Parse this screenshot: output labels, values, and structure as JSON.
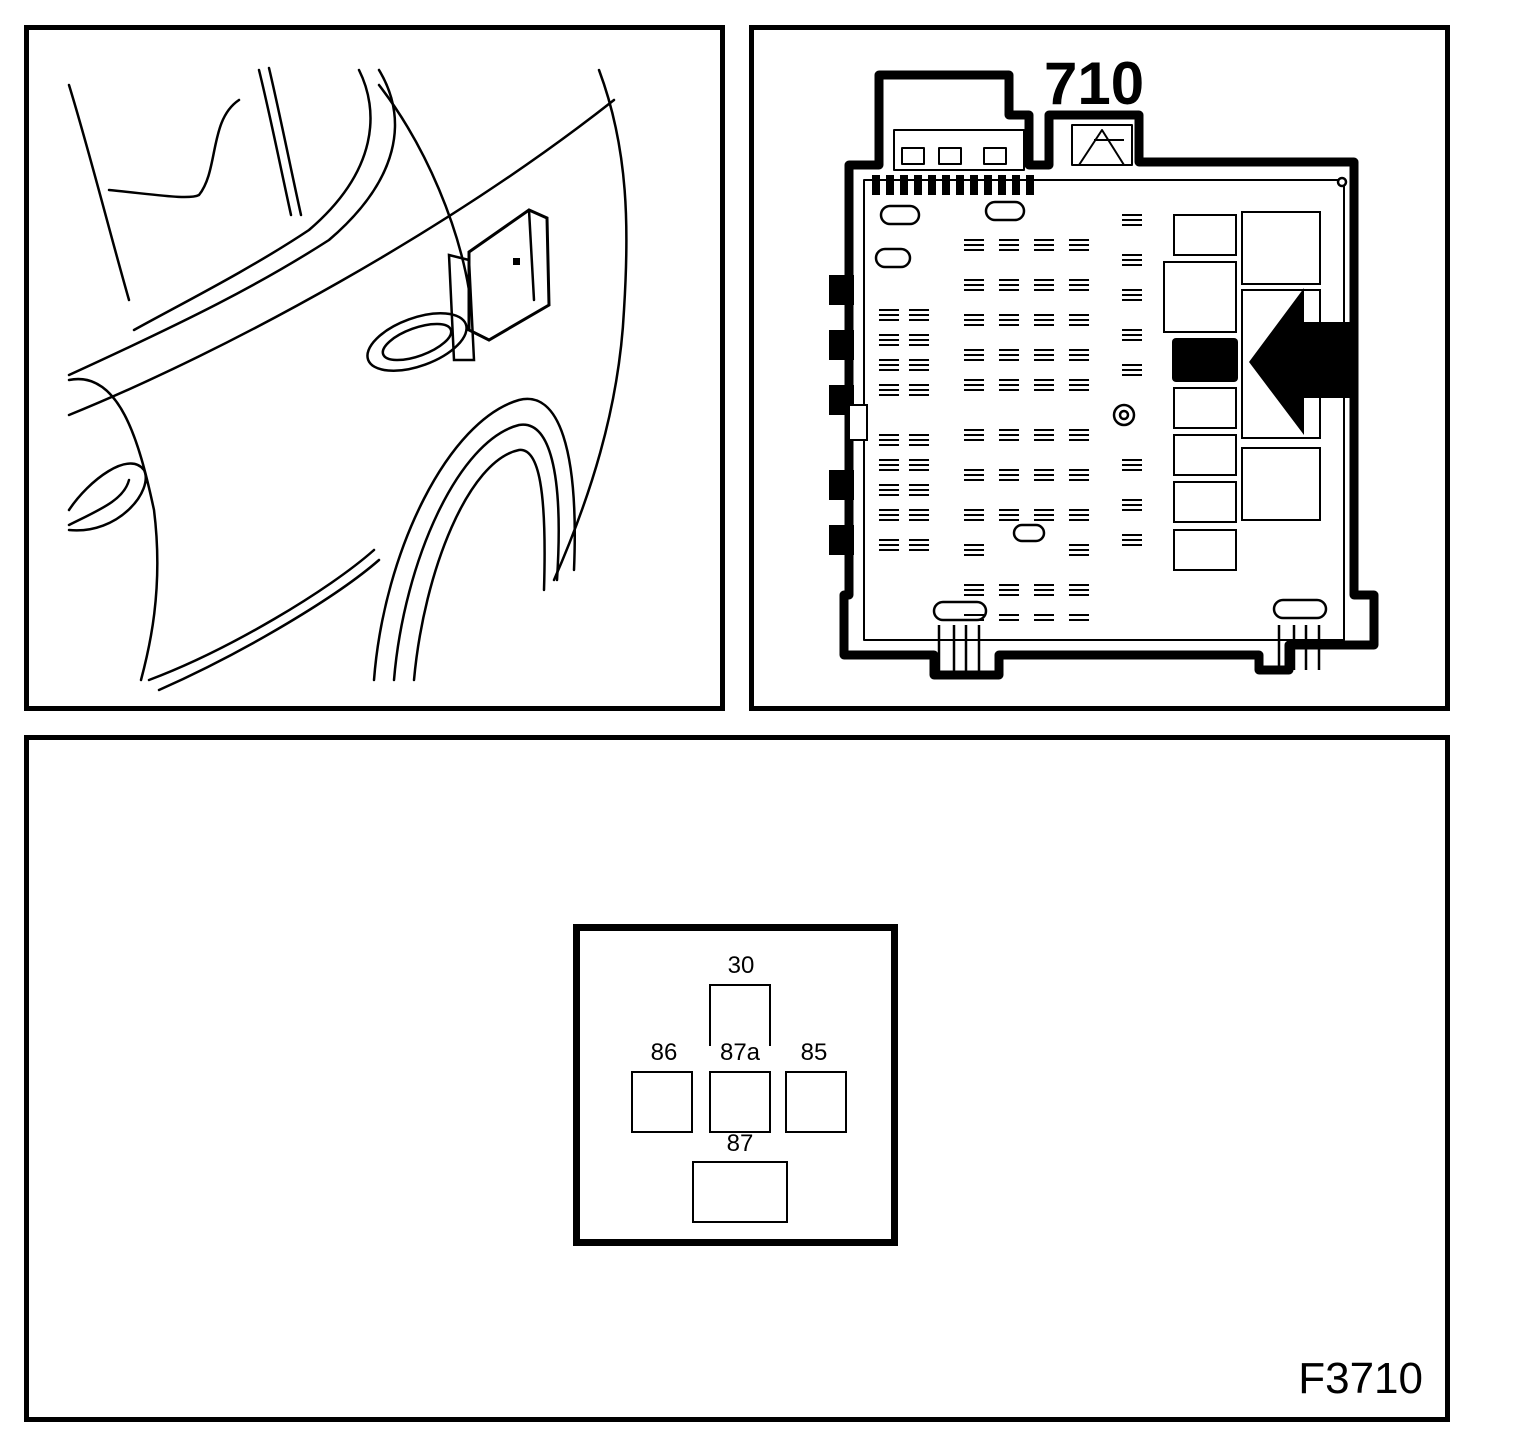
{
  "fusebox": {
    "label": "710"
  },
  "relay": {
    "terminals": {
      "t30": "30",
      "t86": "86",
      "t87a": "87a",
      "t85": "85",
      "t87": "87"
    }
  },
  "figure": {
    "ref": "F3710"
  },
  "icons": {
    "arrow": "arrow-left-icon"
  },
  "colors": {
    "ink": "#000000",
    "paper": "#ffffff"
  }
}
